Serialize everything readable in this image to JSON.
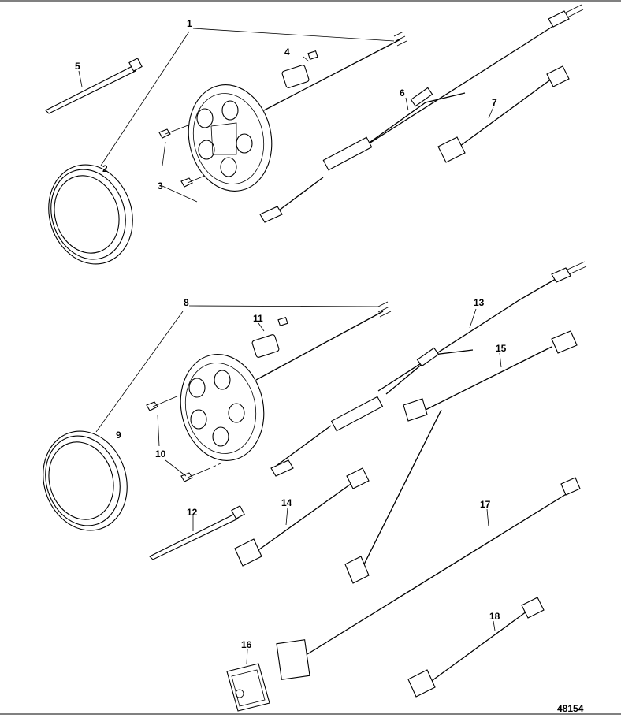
{
  "figure_number": "48154",
  "callouts": [
    {
      "id": "c1",
      "text": "1"
    },
    {
      "id": "c2",
      "text": "2"
    },
    {
      "id": "c3",
      "text": "3"
    },
    {
      "id": "c4",
      "text": "4"
    },
    {
      "id": "c5",
      "text": "5"
    },
    {
      "id": "c6",
      "text": "6"
    },
    {
      "id": "c7",
      "text": "7"
    },
    {
      "id": "c8",
      "text": "8"
    },
    {
      "id": "c9",
      "text": "9"
    },
    {
      "id": "c10",
      "text": "10"
    },
    {
      "id": "c11",
      "text": "11"
    },
    {
      "id": "c12",
      "text": "12"
    },
    {
      "id": "c13",
      "text": "13"
    },
    {
      "id": "c14",
      "text": "14"
    },
    {
      "id": "c15",
      "text": "15"
    },
    {
      "id": "c16",
      "text": "16"
    },
    {
      "id": "c17",
      "text": "17"
    },
    {
      "id": "c18",
      "text": "18"
    }
  ]
}
